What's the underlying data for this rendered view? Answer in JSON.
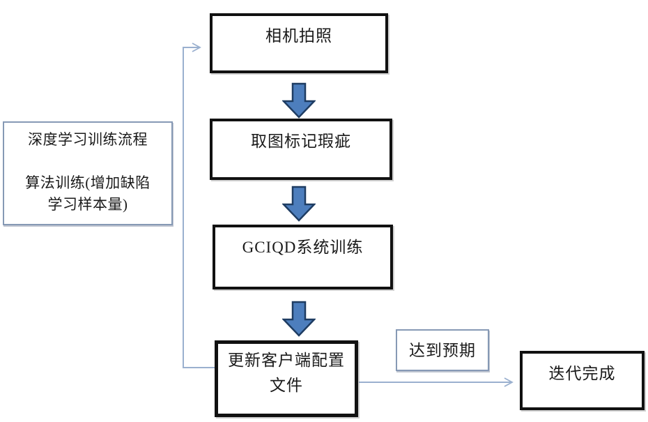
{
  "diagram": {
    "type": "flowchart",
    "colors": {
      "block_arrow_fill": "#4d7ebd",
      "block_arrow_stroke": "#1e3c62",
      "connector_line": "#9ab0cf",
      "process_border": "#111111",
      "note_border": "#8699b5"
    },
    "nodes": {
      "camera": {
        "label": "相机拍照"
      },
      "mark_defects": {
        "label": "取图标记瑕疵"
      },
      "system_training": {
        "label": "GCIQD系统训练"
      },
      "update_config": {
        "line1": "更新客户端配置",
        "line2": "文件"
      },
      "legend": {
        "line1": "深度学习训练流程",
        "line2": "算法训练(增加缺陷",
        "line3": "学习样本量)"
      },
      "expectation": {
        "label": "达到预期"
      },
      "iteration_done": {
        "label": "迭代完成"
      }
    }
  }
}
